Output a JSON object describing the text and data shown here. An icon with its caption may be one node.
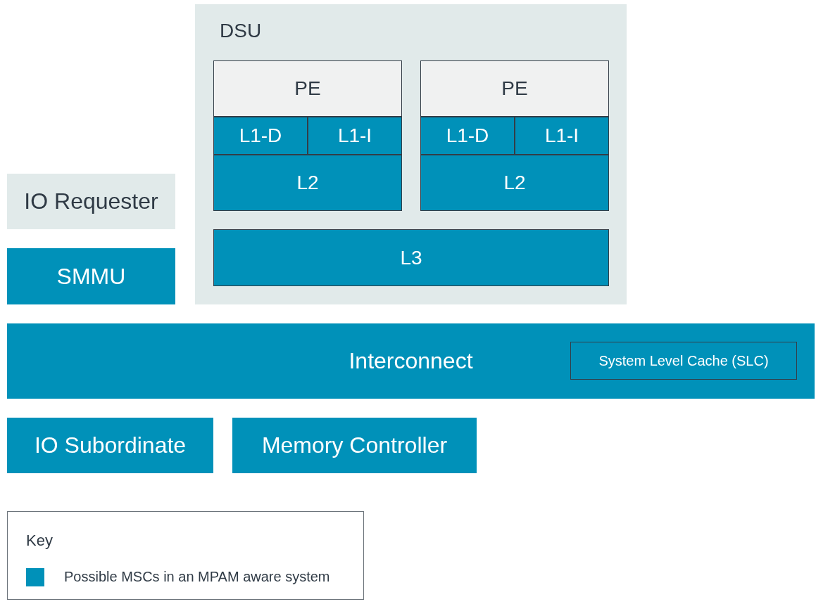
{
  "diagram": {
    "nodes": [
      {
        "text": [
          "DSU"
        ]
      },
      {
        "text": [
          "PE"
        ],
        "in": 0
      },
      {
        "text": [
          "L1-D"
        ],
        "in": 0
      },
      {
        "text": [
          "L1-I"
        ],
        "in": 0
      },
      {
        "text": [
          "L2"
        ],
        "in": 0
      },
      {
        "text": [
          "PE"
        ],
        "in": 0
      },
      {
        "text": [
          "L1-D"
        ],
        "in": 0
      },
      {
        "text": [
          "L1-I"
        ],
        "in": 0
      },
      {
        "text": [
          "L2"
        ],
        "in": 0
      },
      {
        "text": [
          "L3"
        ],
        "in": 0
      },
      {
        "text": [
          "IO Requester"
        ]
      },
      {
        "text": [
          "SMMU"
        ]
      },
      {
        "text": [
          "Interconnect"
        ]
      },
      {
        "text": [
          "System Level Cache (SLC)"
        ],
        "in": 12
      },
      {
        "text": [
          "IO Subordinate"
        ]
      },
      {
        "text": [
          "Memory Controller"
        ]
      }
    ],
    "edges": [],
    "labels": [
      "Key"
    ],
    "legend": [
      {
        "text": "Possible MSCs in an MPAM aware system",
        "color": "#0091b9"
      }
    ]
  }
}
